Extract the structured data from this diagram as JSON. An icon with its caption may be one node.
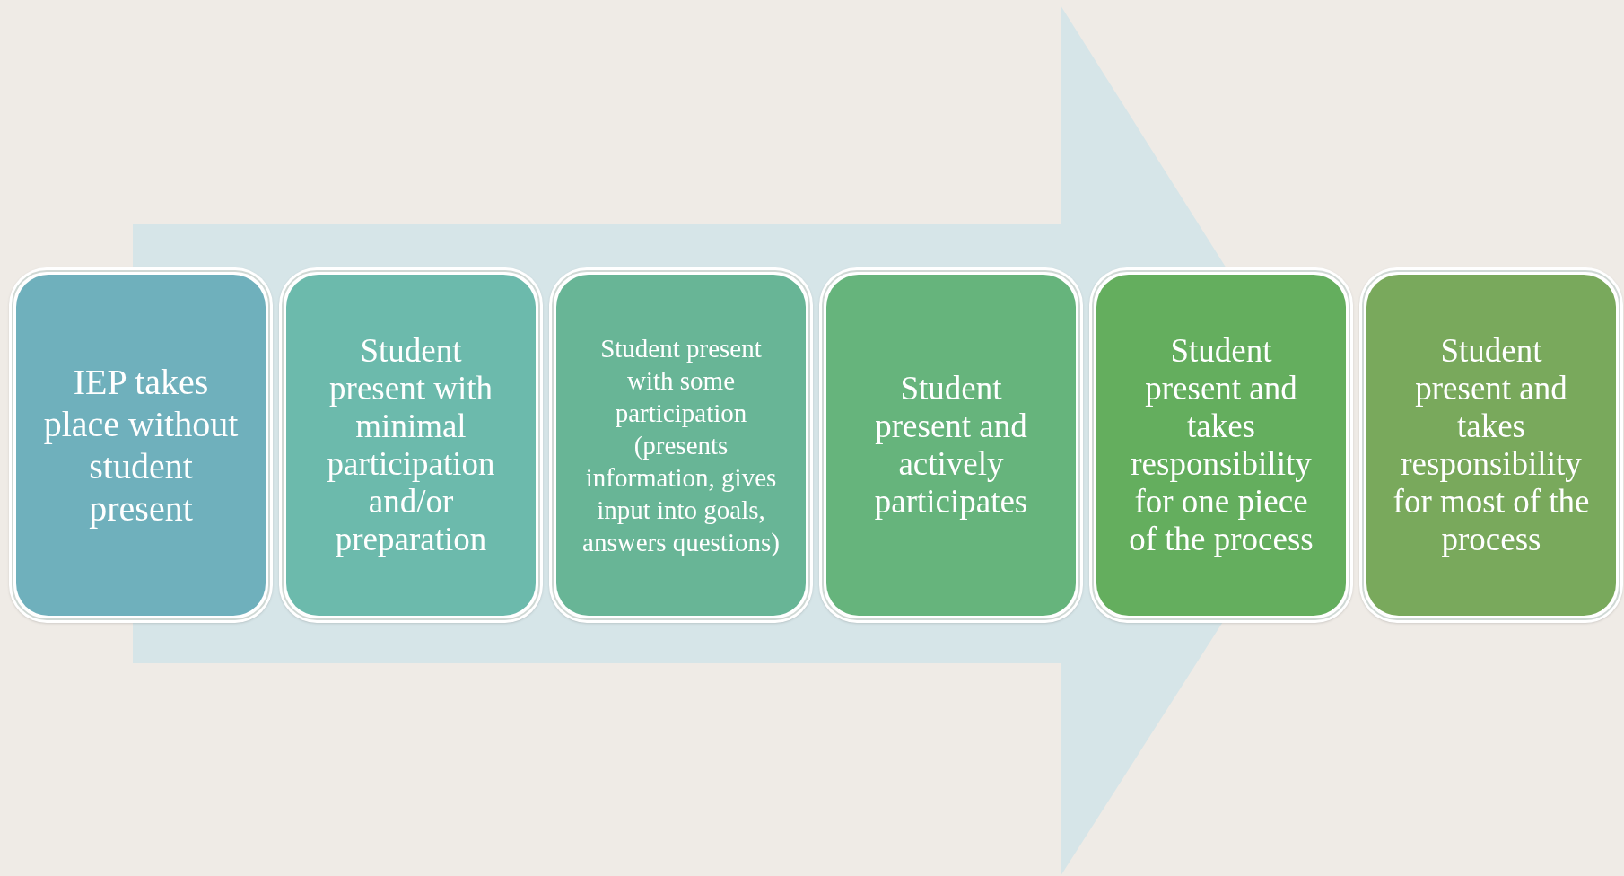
{
  "diagram": {
    "nodes": [
      {
        "text": [
          "IEP takes place without student present"
        ]
      },
      {
        "text": [
          "Student present with minimal participation and/or preparation"
        ]
      },
      {
        "text": [
          "Student present with some participation (presents information, gives input into goals, answers questions)"
        ]
      },
      {
        "text": [
          "Student present and actively participates"
        ]
      },
      {
        "text": [
          "Student present and takes responsibility for one piece of the process"
        ]
      },
      {
        "text": [
          "Student present and takes responsibility for most of the process"
        ]
      }
    ],
    "edges": [
      {
        "from": 0,
        "to": 5,
        "arrow": "to"
      }
    ]
  }
}
